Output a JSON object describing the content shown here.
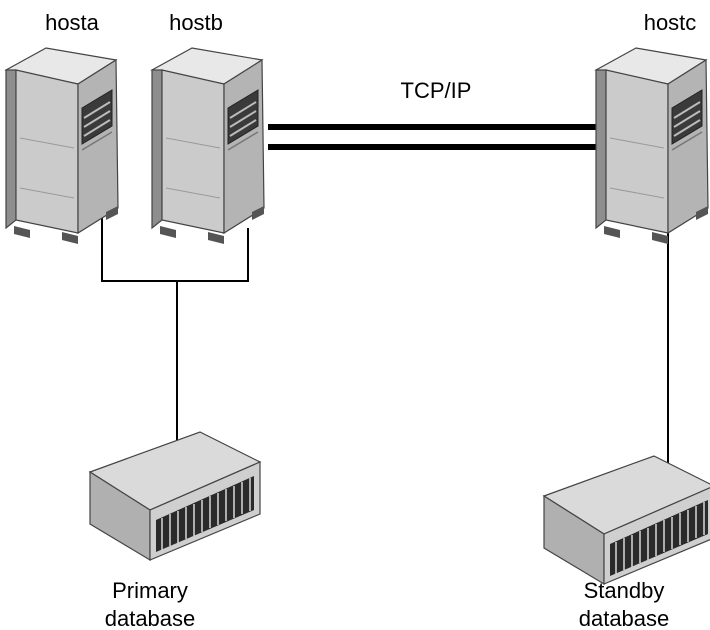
{
  "hosts": {
    "a": "hosta",
    "b": "hostb",
    "c": "hostc"
  },
  "link": {
    "label": "TCP/IP"
  },
  "storage": {
    "primary": {
      "line1": "Primary",
      "line2": "database"
    },
    "standby": {
      "line1": "Standby",
      "line2": "database"
    }
  },
  "colors": {
    "server_face": "#c8c8c8",
    "server_side": "#8c8c8c",
    "server_top": "#e6e6e6",
    "storage_face": "#d0d0d0",
    "storage_top": "#dcdcdc",
    "storage_slots": "#2a2a2a",
    "line": "#000000"
  }
}
